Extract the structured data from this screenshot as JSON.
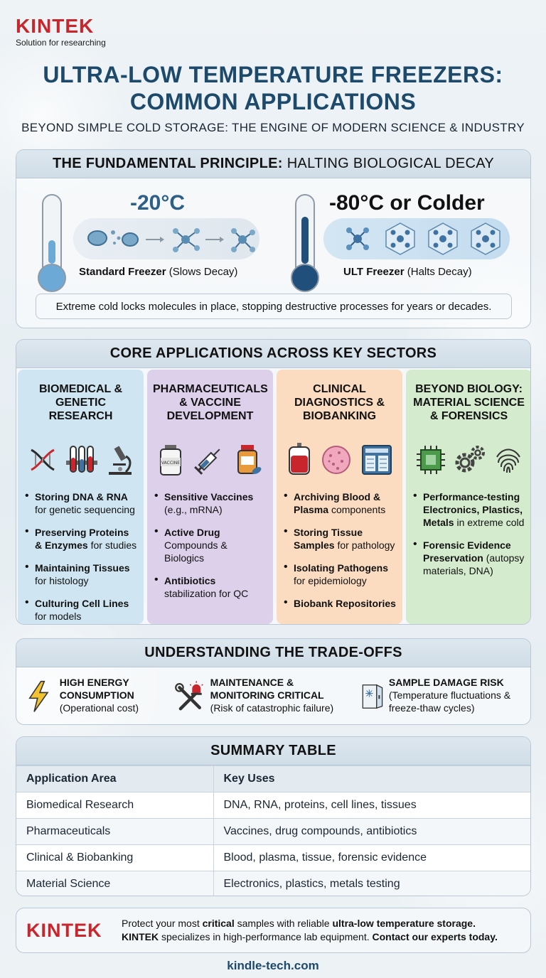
{
  "brand": {
    "name": "KINTEK",
    "tagline": "Solution for researching"
  },
  "title_line1": "ULTRA-LOW TEMPERATURE FREEZERS:",
  "title_line2": "COMMON APPLICATIONS",
  "subtitle": "BEYOND SIMPLE COLD STORAGE: THE ENGINE OF MODERN SCIENCE & INDUSTRY",
  "principle": {
    "head_bold": "THE FUNDAMENTAL PRINCIPLE:",
    "head_light": "HALTING BIOLOGICAL DECAY",
    "standard": {
      "temp": "-20°C",
      "label": "Standard Freezer",
      "note": "(Slows Decay)",
      "fill_fraction": 0.35
    },
    "ult": {
      "temp": "-80°C or Colder",
      "label": "ULT Freezer",
      "note": "(Halts Decay)",
      "fill_fraction": 0.7
    },
    "note": "Extreme cold locks molecules in place, stopping destructive processes for years or decades."
  },
  "apps": {
    "head": "CORE APPLICATIONS ACROSS KEY SECTORS",
    "columns": [
      {
        "title": "BIOMEDICAL & GENETIC RESEARCH",
        "items": [
          {
            "bold": "Storing DNA & RNA",
            "rest": "for genetic sequencing"
          },
          {
            "bold": "Preserving Proteins & Enzymes",
            "rest": "for studies"
          },
          {
            "bold": "Maintaining Tissues",
            "rest": "for histology"
          },
          {
            "bold": "Culturing Cell Lines",
            "rest": "for models"
          }
        ]
      },
      {
        "title": "PHARMACEUTICALS & VACCINE DEVELOPMENT",
        "vial_label": "VACCINE",
        "items": [
          {
            "bold": "Sensitive Vaccines",
            "rest": "(e.g., mRNA)"
          },
          {
            "bold": "Active Drug",
            "rest": "Compounds & Biologics"
          },
          {
            "bold": "Antibiotics",
            "rest": "stabilization for QC"
          }
        ]
      },
      {
        "title": "CLINICAL DIAGNOSTICS & BIOBANKING",
        "items": [
          {
            "bold": "Archiving Blood & Plasma",
            "rest": "components"
          },
          {
            "bold": "Storing Tissue Samples",
            "rest": "for pathology"
          },
          {
            "bold": "Isolating Pathogens",
            "rest": "for epidemiology"
          },
          {
            "bold": "Biobank Repositories",
            "rest": ""
          }
        ]
      },
      {
        "title": "BEYOND BIOLOGY: MATERIAL SCIENCE & FORENSICS",
        "items": [
          {
            "bold": "Performance-testing Electronics, Plastics, Metals",
            "rest": "in extreme cold"
          },
          {
            "bold": "Forensic Evidence Preservation",
            "rest": "(autopsy materials, DNA)"
          }
        ]
      }
    ]
  },
  "tradeoffs": {
    "head": "UNDERSTANDING THE TRADE-OFFS",
    "items": [
      {
        "bold": "HIGH ENERGY CONSUMPTION",
        "rest": "(Operational cost)"
      },
      {
        "bold": "MAINTENANCE & MONITORING CRITICAL",
        "rest": "(Risk of catastrophic failure)"
      },
      {
        "bold": "SAMPLE DAMAGE RISK",
        "rest": "(Temperature fluctuations & freeze-thaw cycles)"
      }
    ]
  },
  "summary": {
    "head": "SUMMARY TABLE",
    "columns": [
      "Application Area",
      "Key Uses"
    ],
    "rows": [
      [
        "Biomedical Research",
        "DNA, RNA, proteins, cell lines, tissues"
      ],
      [
        "Pharmaceuticals",
        "Vaccines, drug compounds, antibiotics"
      ],
      [
        "Clinical & Biobanking",
        "Blood, plasma, tissue, forensic evidence"
      ],
      [
        "Material Science",
        "Electronics, plastics, metals testing"
      ]
    ]
  },
  "footer": {
    "brand": "KINTEK",
    "l1_a": "Protect your most ",
    "l1_b": "critical",
    "l1_c": " samples with reliable ",
    "l1_d": "ultra-low temperature storage.",
    "l2_a": "KINTEK",
    "l2_b": " specializes in high-performance lab equipment. ",
    "l2_c": "Contact our experts today.",
    "site": "kindle-tech.com"
  },
  "colors": {
    "brand_red": "#c8262c",
    "title_blue": "#1d4a6b",
    "col_blue": "#cfe6f2",
    "col_purple": "#ddd0ea",
    "col_orange": "#fbdcc0",
    "col_green": "#d4ebcd"
  }
}
